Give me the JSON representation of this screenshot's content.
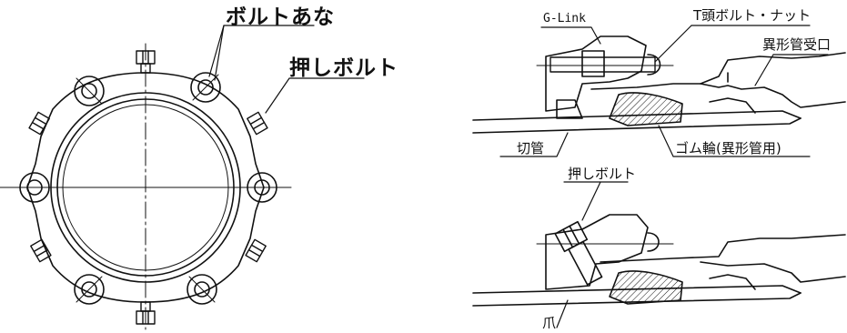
{
  "front_view": {
    "bolt_hole_label": "ボルトあな",
    "push_bolt_label": "押しボルト"
  },
  "section_top": {
    "glink_label": "G-Link",
    "t_bolt_label": "T頭ボルト・ナット",
    "socket_label": "異形管受口",
    "cut_pipe_label": "切管",
    "rubber_ring_label": "ゴム輪(異形管用)"
  },
  "section_bottom": {
    "push_bolt_label": "押しボルト",
    "claw_label": "爪"
  }
}
